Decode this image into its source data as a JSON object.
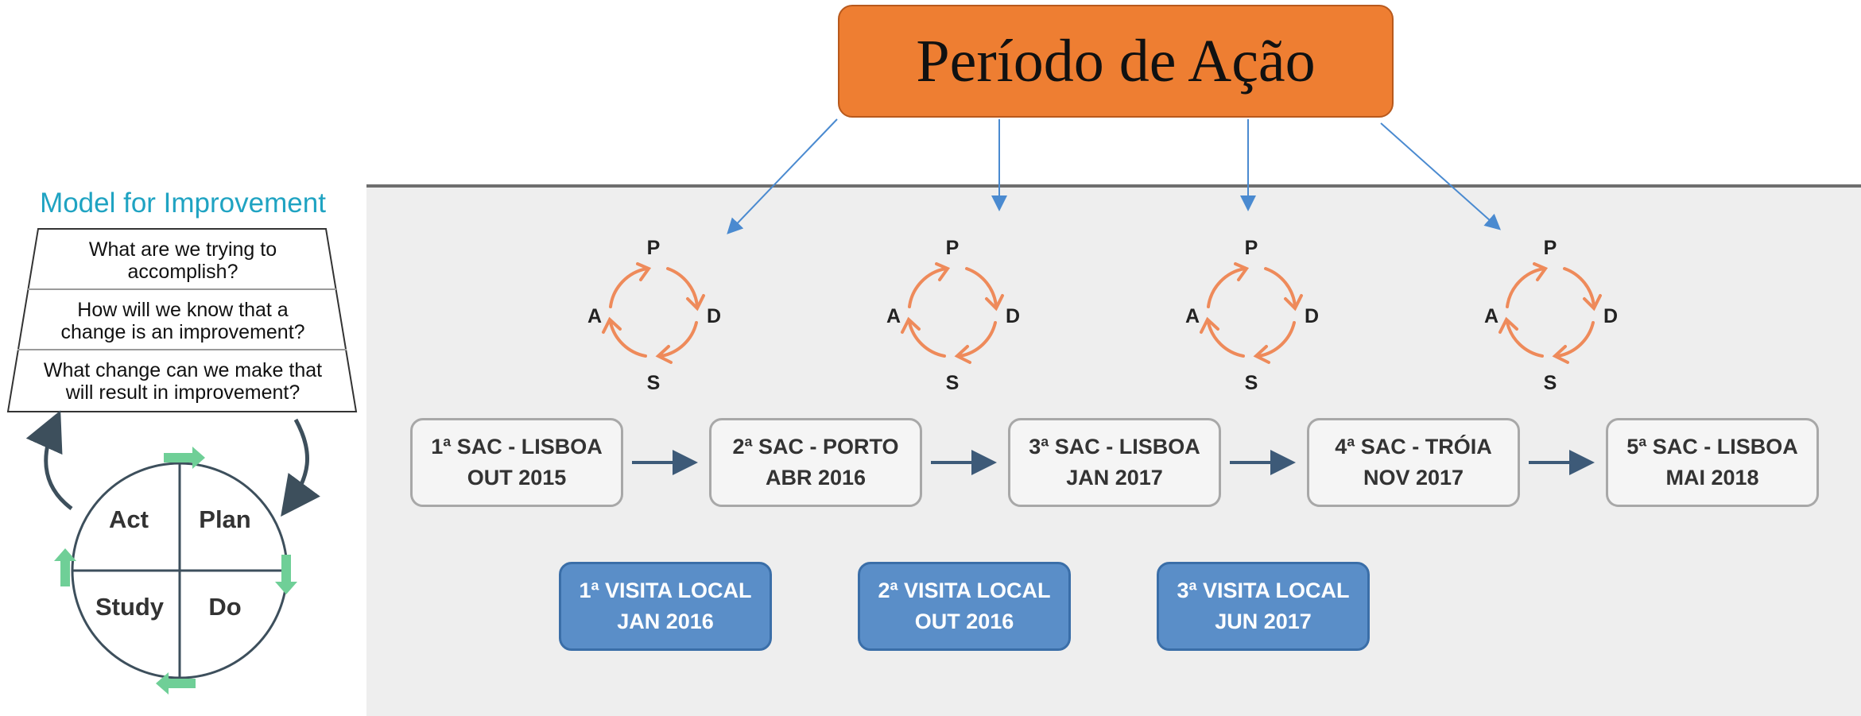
{
  "title": "Período de Ação",
  "model": {
    "title": "Model for Improvement",
    "questions": [
      {
        "line1": "What are we trying to",
        "line2": "accomplish?"
      },
      {
        "line1": "How will we know that a",
        "line2": "change is an improvement?"
      },
      {
        "line1": "What change can we make that",
        "line2": "will result in improvement?"
      }
    ],
    "quadrants": {
      "act": "Act",
      "plan": "Plan",
      "study": "Study",
      "do": "Do"
    }
  },
  "pdsa_letters": {
    "p": "P",
    "d": "D",
    "s": "S",
    "a": "A"
  },
  "sessions": [
    {
      "line1": "1ª SAC - LISBOA",
      "line2": "OUT 2015"
    },
    {
      "line1": "2ª SAC - PORTO",
      "line2": "ABR 2016"
    },
    {
      "line1": "3ª SAC - LISBOA",
      "line2": "JAN 2017"
    },
    {
      "line1": "4ª SAC - TRÓIA",
      "line2": "NOV 2017"
    },
    {
      "line1": "5ª SAC - LISBOA",
      "line2": "MAI 2018"
    }
  ],
  "visits": [
    {
      "line1": "1ª VISITA LOCAL",
      "line2": "JAN 2016"
    },
    {
      "line1": "2ª VISITA LOCAL",
      "line2": "OUT 2016"
    },
    {
      "line1": "3ª VISITA LOCAL",
      "line2": "JUN 2017"
    }
  ],
  "colors": {
    "title_box": "#ee7e32",
    "cycle": "#ee8a5a",
    "visit": "#5a8ec8",
    "model_title": "#1fa3c2",
    "arrow_green": "#6fcf97"
  }
}
